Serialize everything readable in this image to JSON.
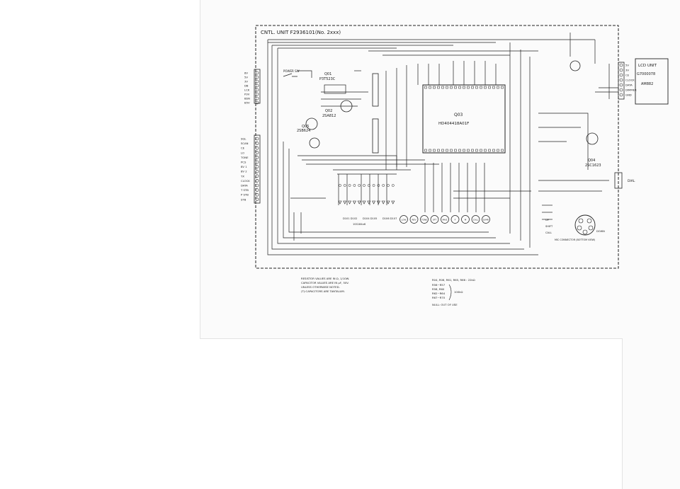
{
  "title": "CNTL. UNIT F2936101(No. 2xxx)",
  "lcd_unit": {
    "title": "LCD UNIT",
    "part": "G7000078",
    "model": "AM882"
  },
  "transistors": {
    "q01": {
      "ref": "Q01",
      "type": "P3T523C"
    },
    "q02": {
      "ref": "Q02",
      "type": "2SA812"
    },
    "q05": {
      "ref": "Q05",
      "type": "2SB624"
    },
    "q04": {
      "ref": "Q04",
      "type": "2SC1623"
    }
  },
  "ic": {
    "ref": "Q03",
    "part": "HD404418A01F"
  },
  "power_switch": "POWER SW",
  "left_connector_1": [
    "8V",
    "5V",
    "3V",
    "DB",
    "LCK",
    "P3V",
    "BSN",
    "B5V"
  ],
  "left_connector_2": [
    "SQL",
    "SCAN",
    "CE",
    "LO",
    "TONE",
    "PCS",
    "8V 1",
    "8V 2",
    "TX",
    "CLOCK",
    "DATA",
    "T STB",
    "P STB",
    "STB"
  ],
  "right_connector": [
    "5V",
    "3V",
    "CE",
    "CLOCK",
    "DATA",
    "DIMMER",
    "GND"
  ],
  "keys": [
    "LOW",
    "REV",
    "TONE",
    "SFT",
    "MHZ",
    "F",
    "M",
    "CALL",
    "D/MR"
  ],
  "diode_labels": [
    "D101 D102",
    "D104 D105",
    "D106 D107"
  ],
  "diode_part": "1SS184x6",
  "mic_labels": [
    "UP",
    "DOWN",
    "SHIFT",
    "CALL"
  ],
  "mic_connector": "MIC CONNECTOR (BOTTOM VIEW)",
  "dial_label": "DIAL",
  "notes_left": [
    "RESISTOR VALUES ARE IN Ω, 1/10W.",
    "CAPACITOR VALUES ARE IN μF, 50V.",
    "UNLESS OTHERWISE NOTED.",
    "(T):CAPACITORS ARE TANTALUM."
  ],
  "notes_right": [
    "R04, R06, R61, R65, R66 : 22kΩ",
    "R56~R57",
    "R58, R60",
    "R62~R64",
    "R67~R70",
    "NULL: OUT OF USE"
  ],
  "notes_bracket": "100kΩ"
}
